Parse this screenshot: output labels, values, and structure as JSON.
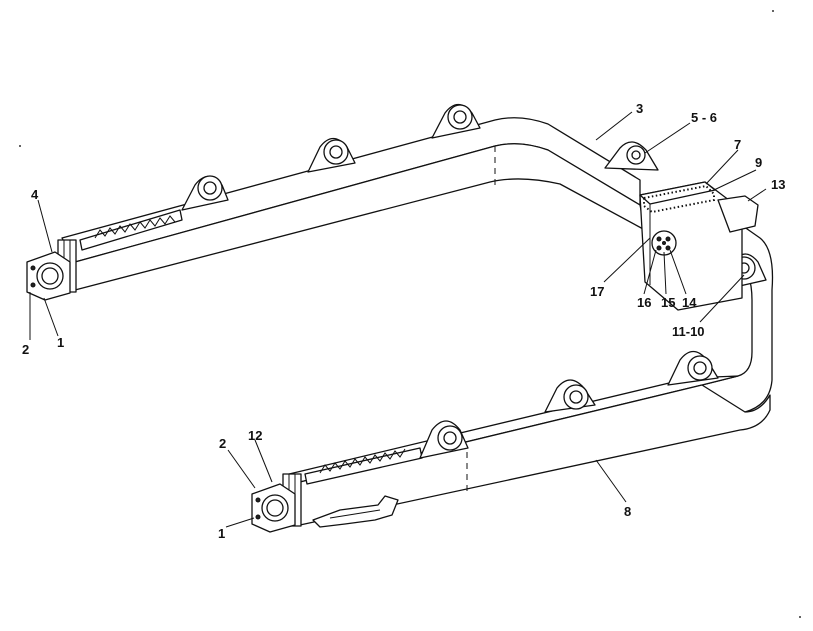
{
  "callouts": [
    {
      "id": "c-3",
      "text": "3"
    },
    {
      "id": "c-5-6",
      "text": "5 - 6"
    },
    {
      "id": "c-7",
      "text": "7"
    },
    {
      "id": "c-9",
      "text": "9"
    },
    {
      "id": "c-13",
      "text": "13"
    },
    {
      "id": "c-4",
      "text": "4"
    },
    {
      "id": "c-2-top",
      "text": "2"
    },
    {
      "id": "c-1-top",
      "text": "1"
    },
    {
      "id": "c-17",
      "text": "17"
    },
    {
      "id": "c-16",
      "text": "16"
    },
    {
      "id": "c-15",
      "text": "15"
    },
    {
      "id": "c-14",
      "text": "14"
    },
    {
      "id": "c-11-10",
      "text": "11-10"
    },
    {
      "id": "c-2-bottom",
      "text": "2"
    },
    {
      "id": "c-12",
      "text": "12"
    },
    {
      "id": "c-1-bottom",
      "text": "1"
    },
    {
      "id": "c-8",
      "text": "8"
    }
  ]
}
